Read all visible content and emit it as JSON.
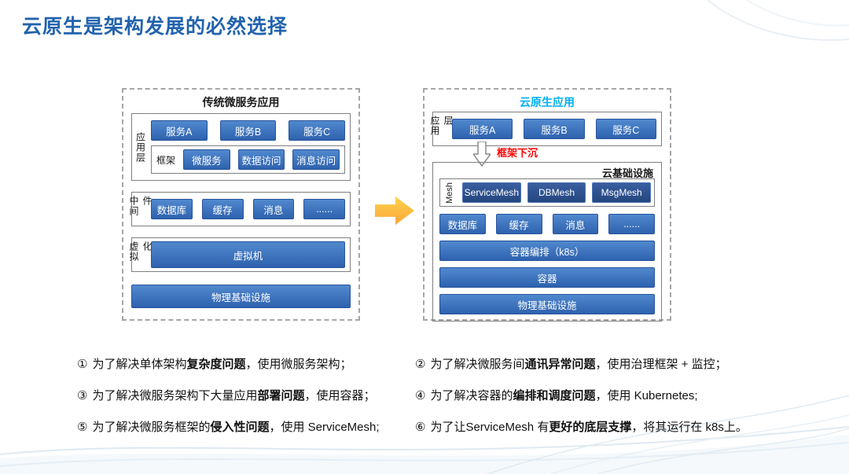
{
  "slide": {
    "title": "云原生是架构发展的必然选择"
  },
  "left_panel": {
    "title": "传统微服务应用",
    "app_layer_label": "应用层",
    "services": [
      "服务A",
      "服务B",
      "服务C"
    ],
    "framework_label": "框架",
    "framework_items": [
      "微服务",
      "数据访问",
      "消息访问"
    ],
    "middleware_label": "中间件",
    "middleware_items": [
      "数据库",
      "缓存",
      "消息",
      "......"
    ],
    "virtualization_label": "虚拟化",
    "vm_bar": "虚拟机",
    "physical_bar": "物理基础设施"
  },
  "right_panel": {
    "title": "云原生应用",
    "app_layer_label": "应用层",
    "services": [
      "服务A",
      "服务B",
      "服务C"
    ],
    "sink_label": "框架下沉",
    "cloud_infra_title": "云基础设施",
    "mesh_label": "Mesh",
    "mesh_items": [
      "ServiceMesh",
      "DBMesh",
      "MsgMesh"
    ],
    "middleware_items": [
      "数据库",
      "缓存",
      "消息",
      "......"
    ],
    "bars": [
      "容器编排（k8s）",
      "容器",
      "物理基础设施"
    ]
  },
  "notes": {
    "items": [
      {
        "num": "①",
        "pre": "为了解决单体架构",
        "bold": "复杂度问题",
        "post": "，使用微服务架构；"
      },
      {
        "num": "②",
        "pre": "为了解决微服务间",
        "bold": "通讯异常问题",
        "post": "，使用治理框架 + 监控；"
      },
      {
        "num": "③",
        "pre": "为了解决微服务架构下大量应用",
        "bold": "部署问题",
        "post": "，使用容器；"
      },
      {
        "num": "④",
        "pre": "为了解决容器的",
        "bold": "编排和调度问题",
        "post": "，使用 Kubernetes;"
      },
      {
        "num": "⑤",
        "pre": "为了解决微服务框架的",
        "bold": "侵入性问题",
        "post": "，使用 ServiceMesh;"
      },
      {
        "num": "⑥",
        "pre": "为了让ServiceMesh 有",
        "bold": "更好的底层支撑",
        "post": "，将其运行在 k8s上。"
      }
    ]
  },
  "icons": {
    "transform_arrow": "right-block-arrow",
    "framework_sink_arrow": "down-hollow-arrow"
  },
  "colors": {
    "title_blue": "#2263ae",
    "chip_blue": "#3a6fbd",
    "mesh_chip_blue": "#2d5191",
    "cloud_native_cyan": "#00b0f0",
    "framework_sink_red": "#ff0000",
    "arrow_orange": "#f9a63a"
  }
}
